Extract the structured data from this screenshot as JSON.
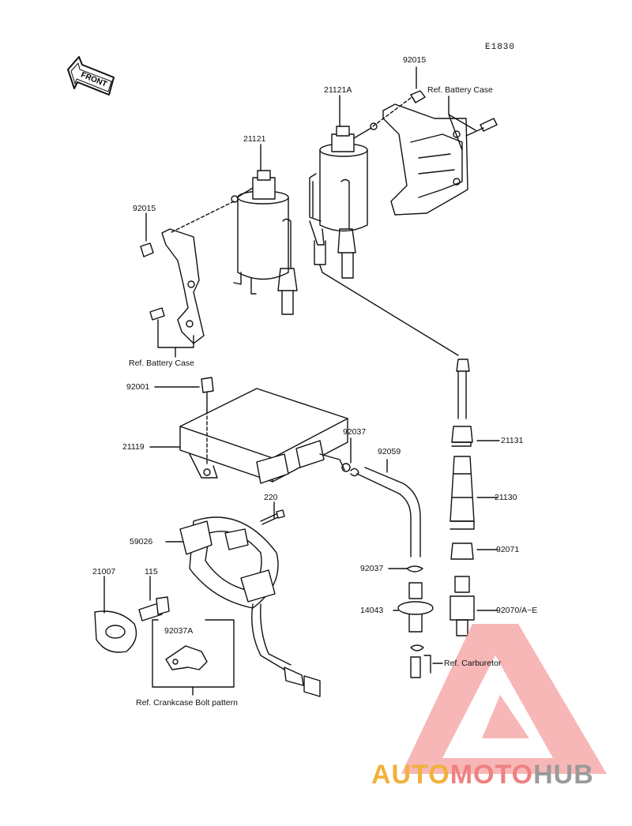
{
  "diagram": {
    "code": "E1830",
    "front_label": "FRONT"
  },
  "parts": [
    {
      "id": "92015",
      "label": "92015"
    },
    {
      "id": "21121A",
      "label": "21121A"
    },
    {
      "id": "21121",
      "label": "21121"
    },
    {
      "id": "92015-left",
      "label": "92015"
    },
    {
      "id": "92001",
      "label": "92001"
    },
    {
      "id": "21119",
      "label": "21119"
    },
    {
      "id": "92037-top",
      "label": "92037"
    },
    {
      "id": "92059",
      "label": "92059"
    },
    {
      "id": "21131",
      "label": "21131"
    },
    {
      "id": "21130",
      "label": "21130"
    },
    {
      "id": "220",
      "label": "220"
    },
    {
      "id": "59026",
      "label": "59026"
    },
    {
      "id": "92071",
      "label": "92071"
    },
    {
      "id": "21007",
      "label": "21007"
    },
    {
      "id": "115",
      "label": "115"
    },
    {
      "id": "92037-mid",
      "label": "92037"
    },
    {
      "id": "14043",
      "label": "14043"
    },
    {
      "id": "92070",
      "label": "92070/A~E"
    },
    {
      "id": "92037A",
      "label": "92037A"
    }
  ],
  "references": {
    "battery_case_top": "Ref. Battery Case",
    "battery_case_left": "Ref. Battery Case",
    "carburetor": "Ref. Carburetor",
    "crankcase": "Ref. Crankcase Bolt pattern"
  },
  "watermark": {
    "part1": "AUTO",
    "part2": "MOTO",
    "part3": "HUB",
    "color1": "#f2b03c",
    "color2": "#f08080",
    "color3": "#9a9a9a"
  }
}
